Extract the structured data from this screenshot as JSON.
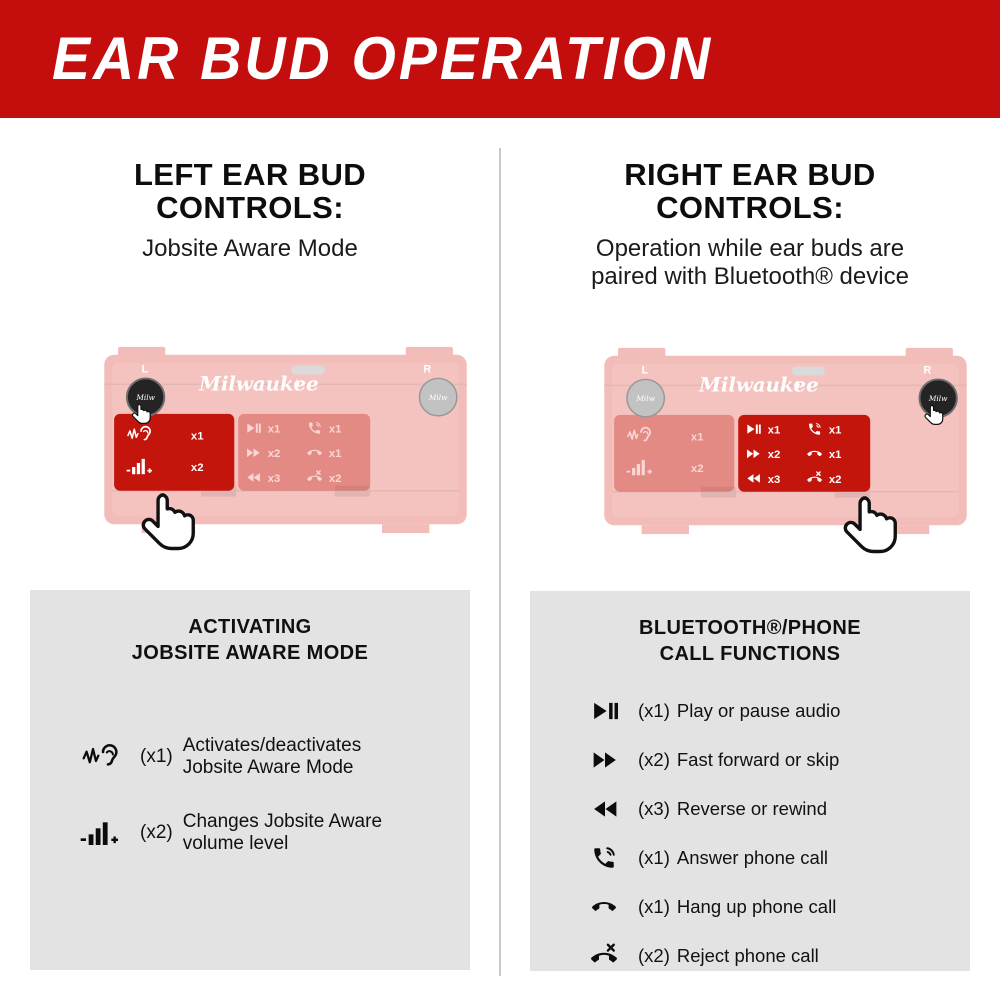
{
  "header": {
    "title": "EAR BUD OPERATION",
    "bg_color": "#c40d0d"
  },
  "colors": {
    "brand_red": "#c40d0d",
    "case_red": "#d83226",
    "highlight_red": "#c3150b",
    "panel_gray": "#e3e3e3"
  },
  "left": {
    "heading": [
      "LEFT EAR BUD",
      "CONTROLS:"
    ],
    "subtitle": [
      "Jobsite Aware Mode"
    ],
    "panel": {
      "heading": [
        "ACTIVATING",
        "JOBSITE AWARE MODE"
      ],
      "rows": [
        {
          "icon": "jobsite-aware-mode-icon",
          "count": "(x1)",
          "text": "Activates/deactivates Jobsite Aware Mode"
        },
        {
          "icon": "volume-level-icon",
          "count": "(x2)",
          "text": "Changes Jobsite Aware volume level"
        }
      ]
    }
  },
  "right": {
    "heading": [
      "RIGHT EAR BUD",
      "CONTROLS:"
    ],
    "subtitle": [
      "Operation while ear buds are",
      "paired with Bluetooth® device"
    ],
    "panel": {
      "heading": [
        "BLUETOOTH®/PHONE",
        "CALL FUNCTIONS"
      ],
      "rows": [
        {
          "icon": "play-pause-icon",
          "count": "(x1)",
          "text": "Play or pause audio"
        },
        {
          "icon": "fast-forward-icon",
          "count": "(x2)",
          "text": "Fast forward or skip"
        },
        {
          "icon": "rewind-icon",
          "count": "(x3)",
          "text": "Reverse or rewind"
        },
        {
          "icon": "answer-call-icon",
          "count": "(x1)",
          "text": "Answer phone call"
        },
        {
          "icon": "hang-up-icon",
          "count": "(x1)",
          "text": "Hang up phone call"
        },
        {
          "icon": "reject-call-icon",
          "count": "(x2)",
          "text": "Reject phone call"
        }
      ]
    }
  },
  "case": {
    "brand": "Milwaukee",
    "left_label": "L",
    "right_label": "R",
    "bud_label": "Milw",
    "aware_rows": [
      {
        "icon": "jobsite-aware-mode-icon",
        "count": "x1"
      },
      {
        "icon": "volume-level-icon",
        "count": "x2"
      }
    ],
    "media_col": [
      {
        "icon": "play-pause-icon",
        "count": "x1"
      },
      {
        "icon": "fast-forward-icon",
        "count": "x2"
      },
      {
        "icon": "rewind-icon",
        "count": "x3"
      }
    ],
    "call_col": [
      {
        "icon": "answer-call-icon",
        "count": "x1"
      },
      {
        "icon": "hang-up-icon",
        "count": "x1"
      },
      {
        "icon": "reject-call-icon",
        "count": "x2"
      }
    ]
  }
}
